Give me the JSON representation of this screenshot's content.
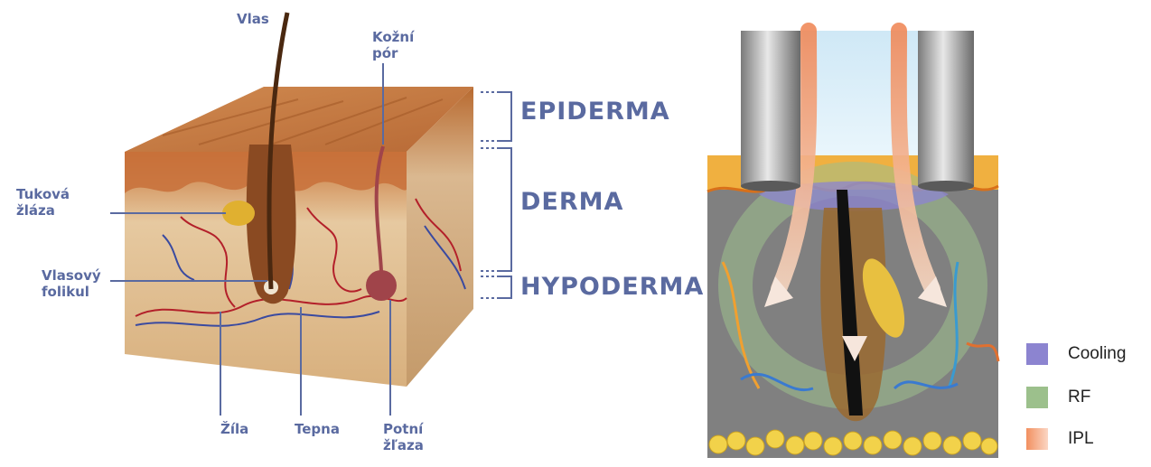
{
  "skin_diagram": {
    "labels": {
      "hair": "Vlas",
      "skin_pore_line1": "Kožní",
      "skin_pore_line2": "pór",
      "sebaceous_line1": "Tuková",
      "sebaceous_line2": "žláza",
      "follicle_line1": "Vlasový",
      "follicle_line2": "folikul",
      "vein": "Žíla",
      "artery": "Tepna",
      "sweat_line1": "Potní",
      "sweat_line2": "žľaza"
    },
    "layers": {
      "epidermis": "EPIDERMA",
      "dermis": "DERMA",
      "hypodermis": "HYPODERMA"
    }
  },
  "treatment_diagram": {
    "legend": [
      {
        "label": "Cooling",
        "color": "#8c84d0"
      },
      {
        "label": "RF",
        "color": "#9cc08c"
      },
      {
        "label": "IPL",
        "color": "#f29060"
      }
    ]
  }
}
